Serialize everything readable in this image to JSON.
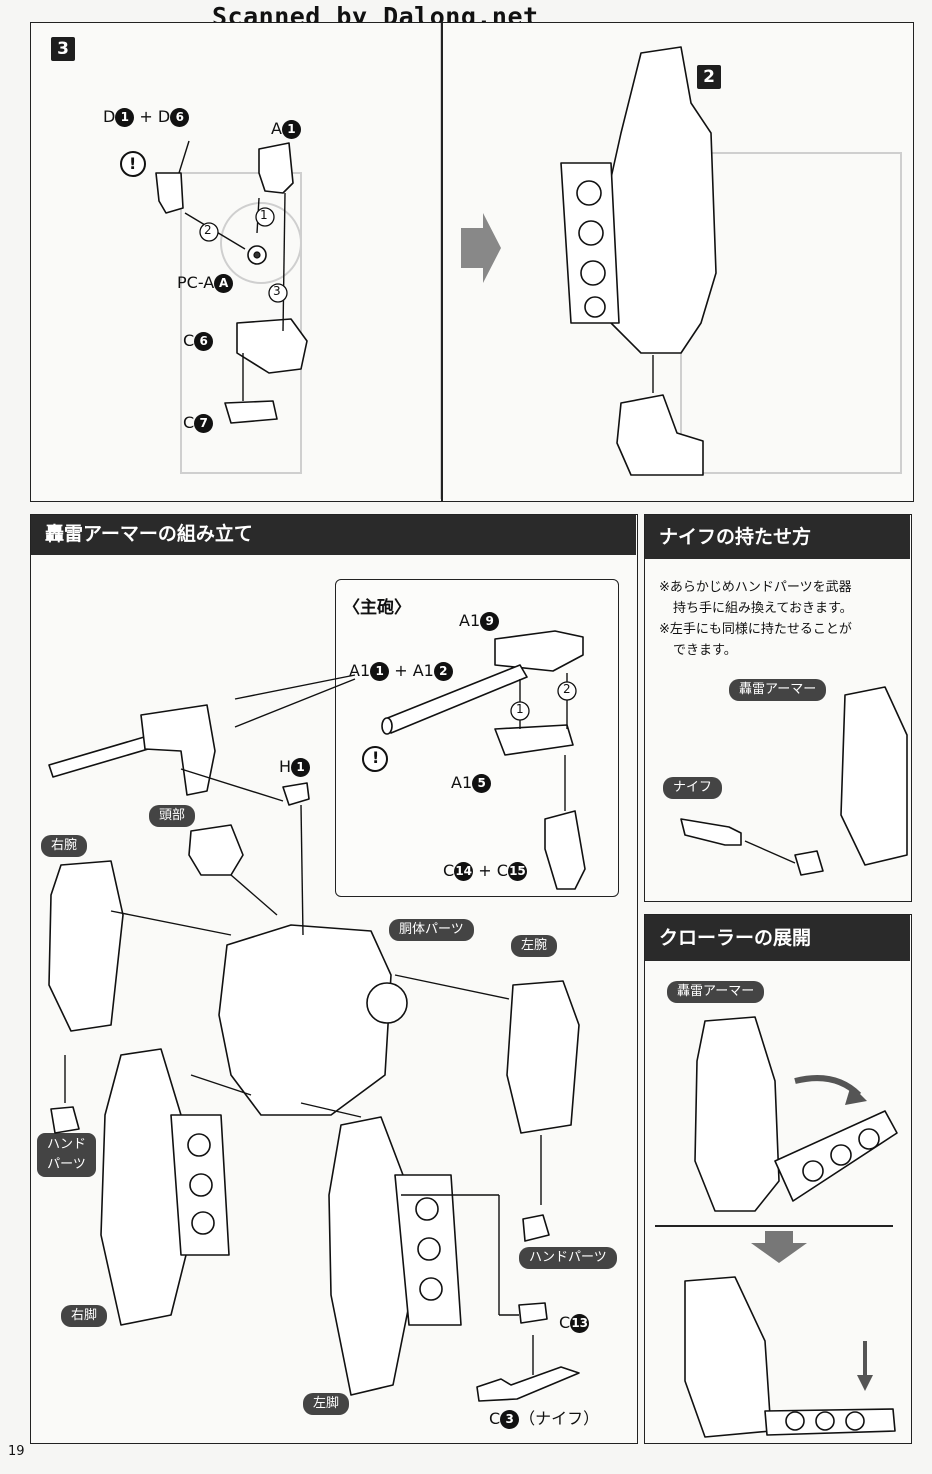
{
  "watermark": "Scanned by Dalong.net",
  "page_number": "19",
  "top_panel": {
    "step_number": "3",
    "step2_number": "2",
    "labels": {
      "d_combo_prefix": "D",
      "d1": "1",
      "plus": "+",
      "d6_prefix": "D",
      "d6": "6",
      "a1_prefix": "A",
      "a1": "1",
      "pca_prefix": "PC-A",
      "pca": "A",
      "c6_prefix": "C",
      "c6": "6",
      "c7_prefix": "C",
      "c7": "7",
      "warn": "!",
      "step_1": "1",
      "step_2": "2",
      "step_3": "3"
    }
  },
  "assembly_panel": {
    "title": "轟雷アーマーの組み立て",
    "main_gun": {
      "title": "〈主砲〉",
      "a1_9_prefix": "A1",
      "a1_9": "9",
      "a1_1_prefix": "A1",
      "a1_1": "1",
      "plus": "+",
      "a1_2_prefix": "A1",
      "a1_2": "2",
      "a1_5_prefix": "A1",
      "a1_5": "5",
      "c14_prefix": "C",
      "c14": "14",
      "plus2": "+",
      "c15_prefix": "C",
      "c15": "15",
      "warn": "!",
      "step_1": "1",
      "step_2": "2"
    },
    "h1_prefix": "H",
    "h1": "1",
    "tags": {
      "head": "頭部",
      "right_arm": "右腕",
      "torso": "胴体パーツ",
      "left_arm": "左腕",
      "hand_parts_left": "ハンド\nパーツ",
      "hand_parts_right": "ハンドパーツ",
      "right_leg": "右脚",
      "left_leg": "左脚"
    },
    "c13_prefix": "C",
    "c13": "13",
    "c3_prefix": "C",
    "c3": "3",
    "c3_suffix": "（ナイフ）"
  },
  "knife_panel": {
    "title": "ナイフの持たせ方",
    "note_1a": "※あらかじめハンドパーツを武器",
    "note_1b": "持ち手に組み換えておきます。",
    "note_2a": "※左手にも同様に持たせることが",
    "note_2b": "できます。",
    "tag_armor": "轟雷アーマー",
    "tag_knife": "ナイフ"
  },
  "crawler_panel": {
    "title": "クローラーの展開",
    "tag_armor": "轟雷アーマー"
  }
}
